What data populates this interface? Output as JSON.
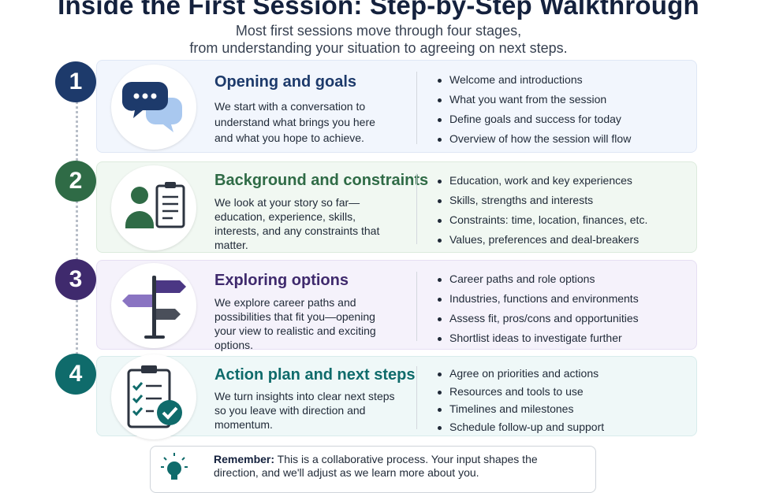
{
  "header": {
    "title": "Inside the First Session: Step-by-Step Walkthrough",
    "subtitle_line1": "Most first sessions move through four stages,",
    "subtitle_line2": "from understanding your situation to agreeing on next steps."
  },
  "steps": [
    {
      "number": "1",
      "title": "Opening and goals",
      "description": "We start with a conversation to understand what brings you here and what you hope to achieve.",
      "bullets": [
        "Welcome and introductions",
        "What you want from the session",
        "Define goals and success for today",
        "Overview of how the session will flow"
      ],
      "icon": "speech-bubbles-icon",
      "color": "#1d3a6b",
      "card_bg": "#f2f6fd",
      "card_border": "#dfe7f5"
    },
    {
      "number": "2",
      "title": "Background and constraints",
      "description": "We look at your story so far—education, experience, skills, interests, and any constraints that matter.",
      "bullets": [
        "Education, work and key experiences",
        "Skills, strengths and interests",
        "Constraints: time, location, finances, etc.",
        "Values, preferences and deal-breakers"
      ],
      "icon": "person-clipboard-icon",
      "color": "#2f6b46",
      "card_bg": "#f1f8f2",
      "card_border": "#dcebdd"
    },
    {
      "number": "3",
      "title": "Exploring options",
      "description": "We explore career paths and possibilities that fit you—opening your view to realistic and exciting options.",
      "bullets": [
        "Career paths and role options",
        "Industries, functions and environments",
        "Assess fit, pros/cons and opportunities",
        "Shortlist ideas to investigate further"
      ],
      "icon": "signpost-icon",
      "color": "#3f2a6d",
      "card_bg": "#f5f2fb",
      "card_border": "#e6dff3"
    },
    {
      "number": "4",
      "title": "Action plan and next steps",
      "description": "We turn insights into clear next steps so you leave with direction and momentum.",
      "bullets": [
        "Agree on priorities and actions",
        "Resources and tools to use",
        "Timelines and milestones",
        "Schedule follow-up and support"
      ],
      "icon": "checklist-clipboard-icon",
      "color": "#0f6b6b",
      "card_bg": "#eff8f8",
      "card_border": "#d8ecec"
    }
  ],
  "remember": {
    "label": "Remember:",
    "text": " This is a collaborative process. Your input shapes the direction, and we'll adjust as we learn more about you.",
    "icon": "lightbulb-icon"
  }
}
